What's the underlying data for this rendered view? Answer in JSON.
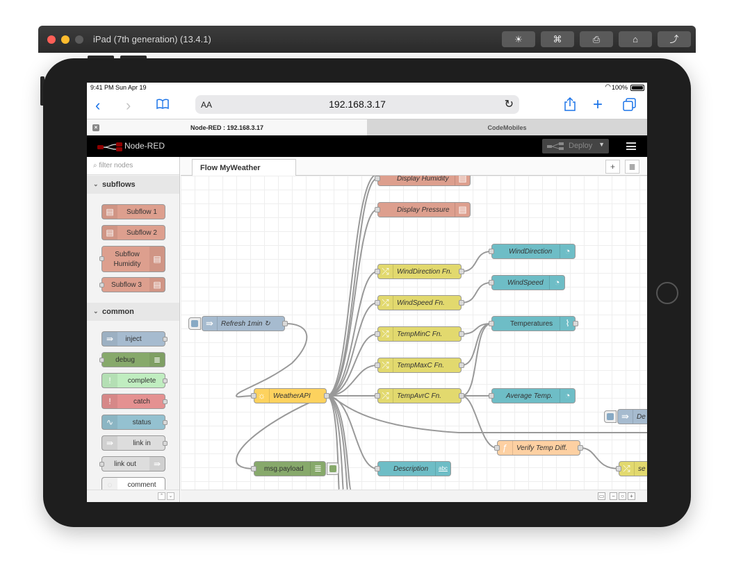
{
  "simulator": {
    "title": "iPad (7th generation) (13.4.1)",
    "buttons": [
      "☀",
      "⌘",
      "⎙",
      "⌂",
      "⤴"
    ]
  },
  "status_bar": {
    "time": "9:41 PM  Sun Apr 19",
    "battery": "100%"
  },
  "safari": {
    "text_size": "AA",
    "url": "192.168.3.17",
    "tabs": [
      {
        "label": "Node-RED : 192.168.3.17"
      },
      {
        "label": "CodeMobiles"
      }
    ]
  },
  "nodered": {
    "title": "Node-RED",
    "deploy_label": "Deploy",
    "filter_placeholder": "filter nodes",
    "flow_tab": "Flow MyWeather"
  },
  "palette": {
    "categories": [
      {
        "label": "subflows",
        "nodes": [
          "Subflow 1",
          "Subflow 2",
          "Subflow Humidity",
          "Subflow 3"
        ]
      },
      {
        "label": "common",
        "nodes": [
          "inject",
          "debug",
          "complete",
          "catch",
          "status",
          "link in",
          "link out",
          "comment"
        ]
      }
    ]
  },
  "flow_nodes": {
    "display_humidity": "Display Humidity",
    "display_pressure": "Display Pressure",
    "wind_direction_fn": "WindDirection Fn.",
    "wind_direction": "WindDirection",
    "wind_speed_fn": "WindSpeed Fn.",
    "wind_speed": "WindSpeed",
    "refresh": "Refresh 1min ↻",
    "temp_min": "TempMinC Fn.",
    "temperatures": "Temperatures",
    "temp_max": "TempMaxC Fn.",
    "weather_api": "WeatherAPI",
    "temp_avr": "TempAvrC Fn.",
    "average_temp": "Average Temp.",
    "verify": "Verify Temp Diff.",
    "payload": "msg.payload",
    "description": "Description",
    "description_icon": "abc",
    "partial_right_1": "De",
    "partial_right_2": "se"
  },
  "colors": {
    "subflow": "#dd9f8e",
    "change": "#e2d96e",
    "dashboard": "#6ebdc6",
    "inject": "#a6bbcf",
    "http": "#fdd25e",
    "debug": "#87a96b",
    "function": "#fdd0a2",
    "complete": "#c0edc0",
    "catch": "#e49191",
    "link": "#dddddd"
  }
}
